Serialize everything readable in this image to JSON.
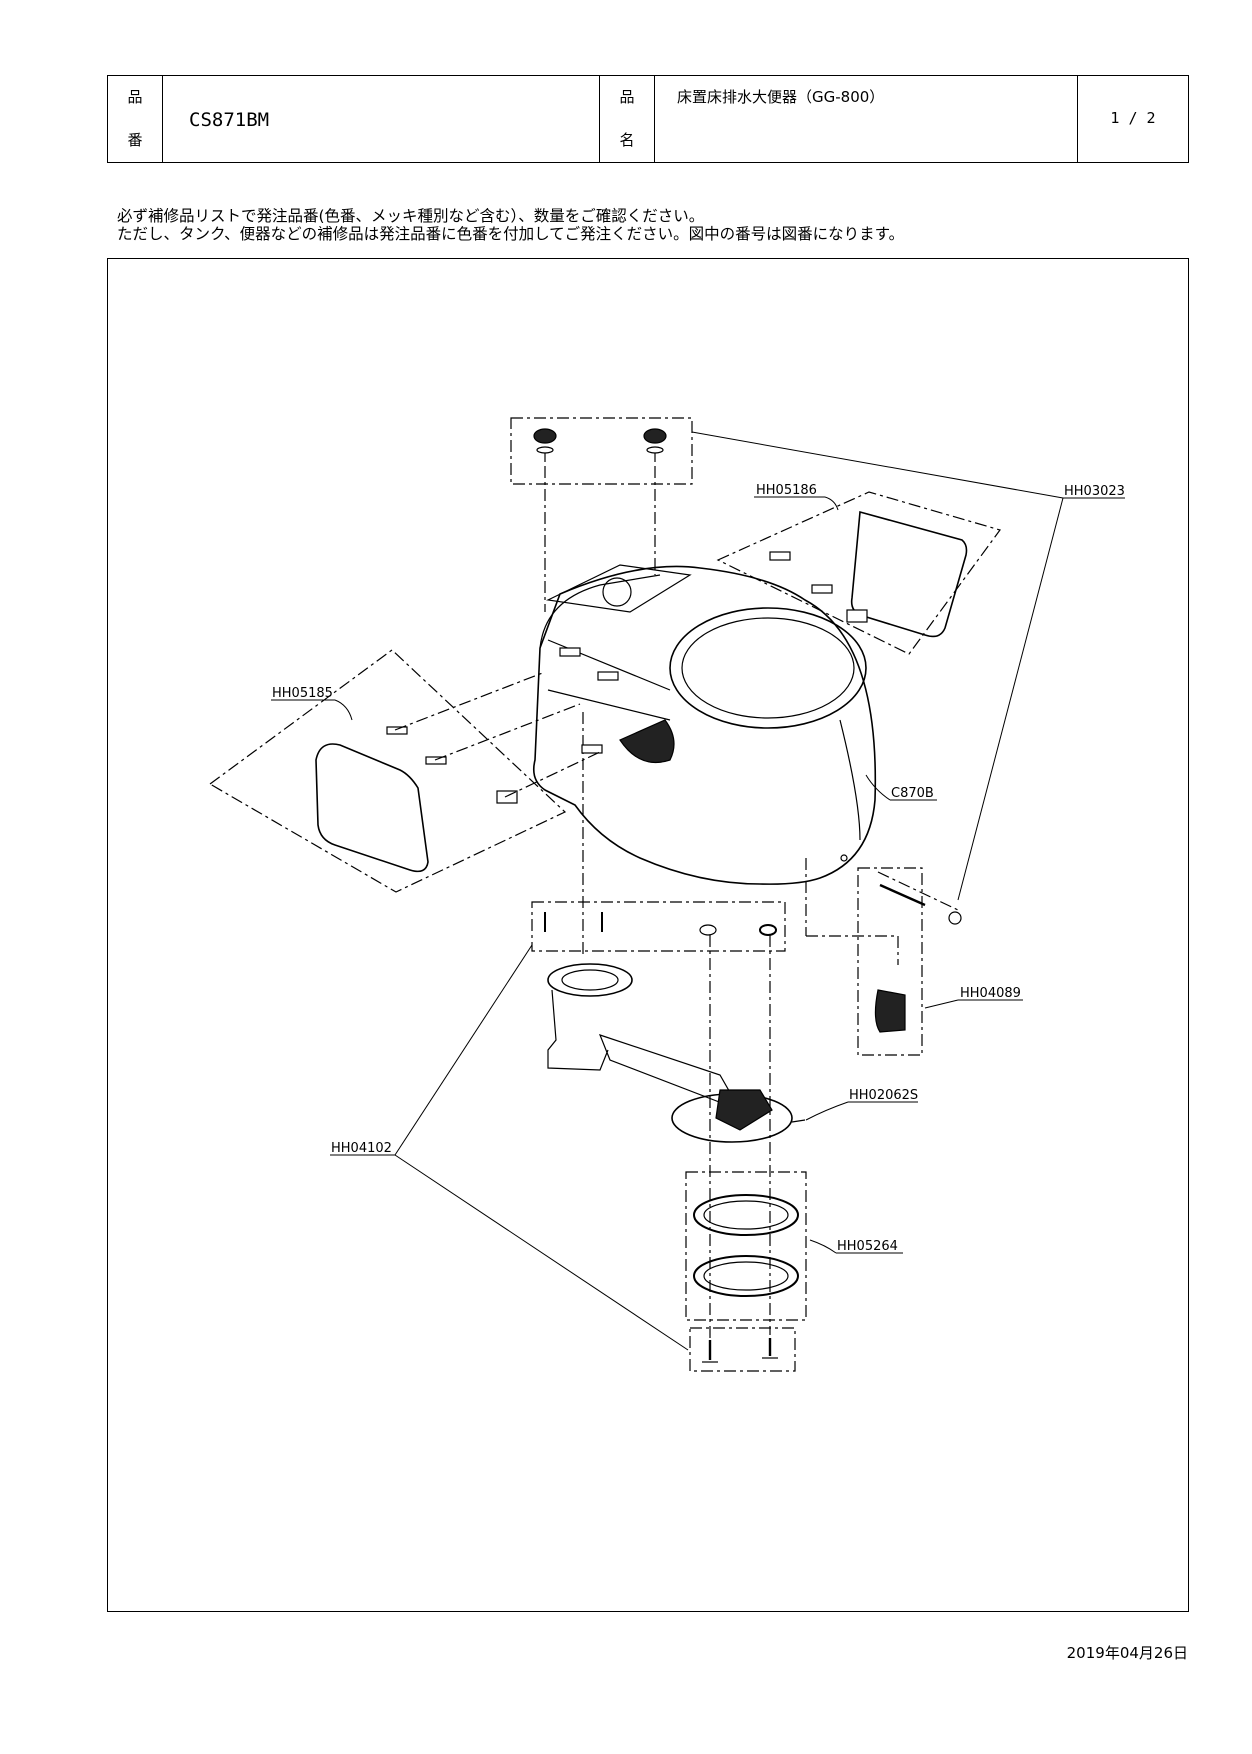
{
  "header": {
    "part_no_label": [
      "品",
      "番"
    ],
    "part_no": "CS871BM",
    "part_name_label": [
      "品",
      "名"
    ],
    "part_name": "床置床排水大便器（GG-800）",
    "page": "1 / 2"
  },
  "instructions": [
    "必ず補修品リストで発注品番(色番、メッキ種別など含む）、数量をご確認ください。",
    "ただし、タンク、便器などの補修品は発注品番に色番を付加してご発注ください。図中の番号は図番になります。"
  ],
  "parts": {
    "hh03023": "HH03023",
    "hh05186": "HH05186",
    "hh05185": "HH05185",
    "c870b": "C870B",
    "hh04089": "HH04089",
    "hh02062s": "HH02062S",
    "hh04102": "HH04102",
    "hh05264": "HH05264"
  },
  "date": "2019年04月26日"
}
